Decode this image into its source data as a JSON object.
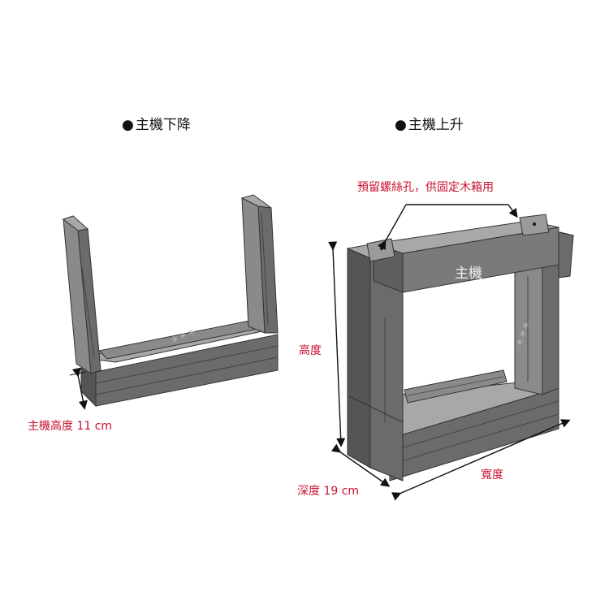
{
  "diagram": {
    "left_panel": {
      "title": "主機下降",
      "bullet": "●",
      "annotations": {
        "height_label": "主機高度 11 cm"
      }
    },
    "right_panel": {
      "title": "主機上升",
      "bullet": "●",
      "box_label": "主機",
      "annotations": {
        "screw_hole_label": "預留螺絲孔，供固定木箱用",
        "height_label": "高度",
        "depth_label": "深度 19 cm",
        "width_label": "寬度"
      }
    },
    "colors": {
      "annotation": "#c8102e",
      "title": "#111111",
      "frame_front": "#6b6b6b",
      "frame_side": "#8a8a8a",
      "frame_top": "#a8a8a8",
      "frame_dark": "#4a4a4a"
    }
  }
}
